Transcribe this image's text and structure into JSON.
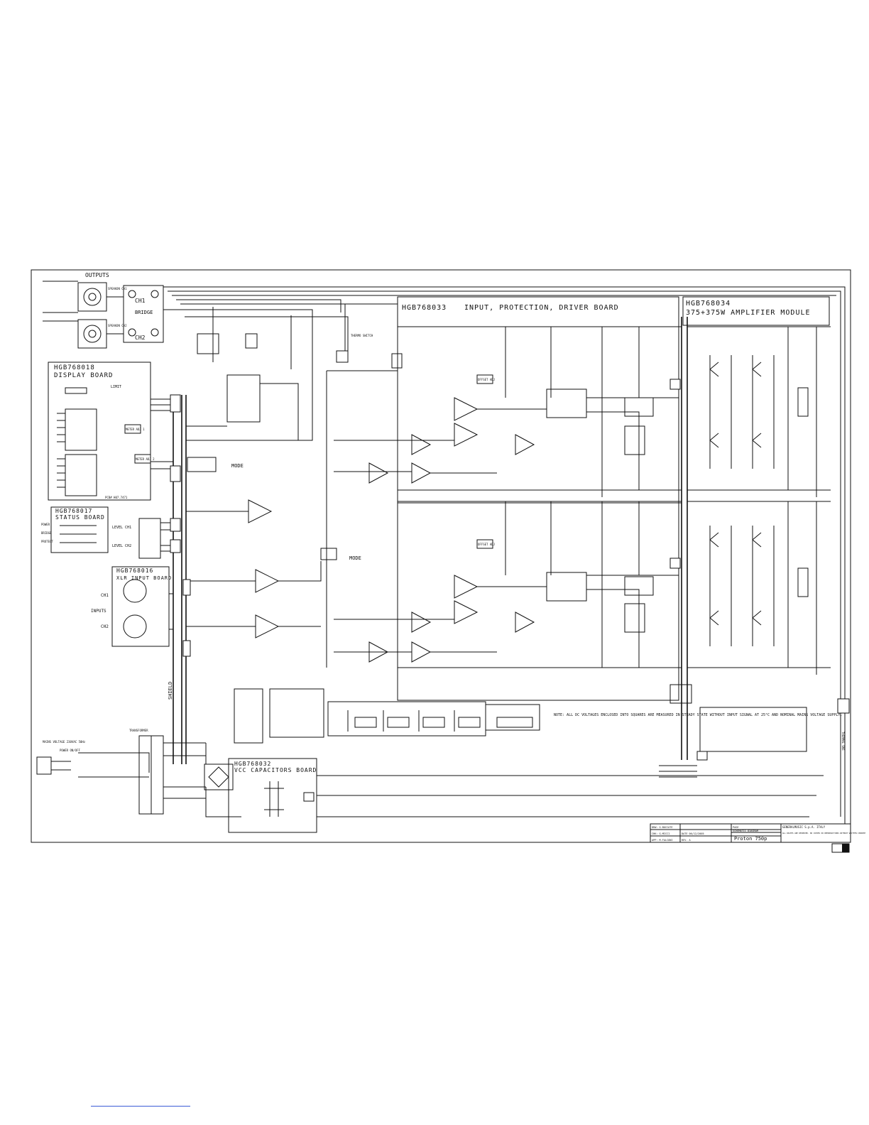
{
  "sheet": {
    "outputs_label": "OUTPUTS",
    "inputs_label": "INPUTS",
    "bridge_label": "BRIDGE",
    "mode_label": "MODE",
    "shield_label": "SHIELD",
    "transformer_label": "TRANSFORMER",
    "ch1": "CH1",
    "ch2": "CH2",
    "speakon_ch1": "SPEAKON CH1",
    "speakon_ch2": "SPEAKON CH2",
    "level_ch1": "LEVEL CH1",
    "level_ch2": "LEVEL CH2",
    "offset_adj": "OFFSET ADJ",
    "meter_adj_1": "METER ADJ 1",
    "meter_adj_2": "METER ADJ 2",
    "limit": "LIMIT",
    "power": "POWER",
    "bridge": "BRIDGE",
    "protect": "PROTECT",
    "note": "NOTE: ALL DC VOLTAGES ENCLOSED INTO SQUARES ARE MEASURED IN STEADY STATE WITHOUT INPUT SIGNAL AT 25°C AND NOMINAL MAINS VOLTAGE SUPPLY.",
    "mains": "MAINS VOLTAGE 230VAC 50Hz",
    "power_onoff": "POWER ON/OFF",
    "thermo_switch": "THERMO SWITCH",
    "thermal_sensor": "THERMAL SNS",
    "pcb_code": "PCB# H07.7471"
  },
  "boards": [
    {
      "id": "display",
      "code": "HGB768018",
      "name": "DISPLAY BOARD"
    },
    {
      "id": "status",
      "code": "HGB768017",
      "name": "STATUS BOARD"
    },
    {
      "id": "xlr",
      "code": "HGB768016",
      "name": "XLR INPUT BOARD"
    },
    {
      "id": "driver",
      "code": "HGB768033",
      "name": "INPUT, PROTECTION, DRIVER BOARD"
    },
    {
      "id": "amp",
      "code": "HGB768034",
      "name": "375+375W AMPLIFIER MODULE"
    },
    {
      "id": "caps",
      "code": "HGB768032",
      "name": "VCC CAPACITORS BOARD"
    }
  ],
  "title_block": {
    "company": "GENERALMUSIC S.p.A. ITALY",
    "rights": "ALL RIGHTS ARE RESERVED. NO COPIES OR REPRODUCTIONS WITHOUT WRITTEN CONSENT",
    "drawing_label": "SCHEMATIC DIAGRAM",
    "product": "Proton 750p",
    "date": "DATE 06/12/2005",
    "rev": "REV. A",
    "drw": "DRW: G.BOCCATE",
    "chk": "CHK: G.MICCI",
    "app": "APP: M.FALCONI",
    "page": "PAGE"
  }
}
